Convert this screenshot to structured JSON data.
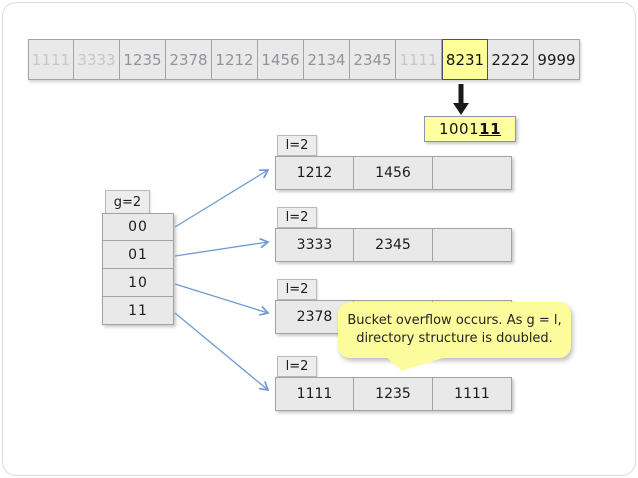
{
  "hash_row": {
    "cells": [
      {
        "value": "1111",
        "state": "faded"
      },
      {
        "value": "3333",
        "state": "faded"
      },
      {
        "value": "1235",
        "state": "gray"
      },
      {
        "value": "2378",
        "state": "gray"
      },
      {
        "value": "1212",
        "state": "gray"
      },
      {
        "value": "1456",
        "state": "gray"
      },
      {
        "value": "2134",
        "state": "gray"
      },
      {
        "value": "2345",
        "state": "gray"
      },
      {
        "value": "1111",
        "state": "faded"
      },
      {
        "value": "8231",
        "state": "highlight"
      },
      {
        "value": "2222",
        "state": "black"
      },
      {
        "value": "9999",
        "state": "black"
      }
    ]
  },
  "hash_box": {
    "prefix": "1001",
    "suffix": "11"
  },
  "directory": {
    "label": "g=2",
    "entries": [
      "00",
      "01",
      "10",
      "11"
    ]
  },
  "buckets": [
    {
      "label": "l=2",
      "slots": [
        "1212",
        "1456",
        ""
      ]
    },
    {
      "label": "l=2",
      "slots": [
        "3333",
        "2345",
        ""
      ]
    },
    {
      "label": "l=2",
      "slots": [
        "2378",
        "",
        ""
      ]
    },
    {
      "label": "l=2",
      "slots": [
        "1111",
        "1235",
        "1111"
      ]
    }
  ],
  "callout": {
    "line1": "Bucket overflow occurs. As g = l,",
    "line2": "directory structure is doubled."
  },
  "colors": {
    "highlight_yellow": "#ffff99",
    "callout_yellow": "#fcfc9c",
    "connector_blue": "#6f9bd3",
    "arrow_black": "#1a1a1a",
    "cell_fill": "#e9e9e9"
  }
}
